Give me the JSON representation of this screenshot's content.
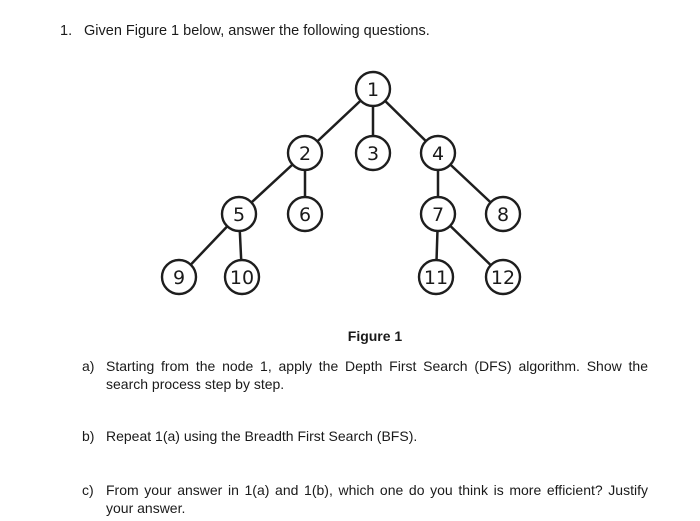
{
  "question": {
    "number": "1.",
    "text": "Given Figure 1 below, answer the following questions."
  },
  "figure": {
    "caption": "Figure 1",
    "nodes": [
      {
        "id": "n1",
        "label": "1"
      },
      {
        "id": "n2",
        "label": "2"
      },
      {
        "id": "n3",
        "label": "3"
      },
      {
        "id": "n4",
        "label": "4"
      },
      {
        "id": "n5",
        "label": "5"
      },
      {
        "id": "n6",
        "label": "6"
      },
      {
        "id": "n7",
        "label": "7"
      },
      {
        "id": "n8",
        "label": "8"
      },
      {
        "id": "n9",
        "label": "9"
      },
      {
        "id": "n10",
        "label": "10"
      },
      {
        "id": "n11",
        "label": "11"
      },
      {
        "id": "n12",
        "label": "12"
      }
    ],
    "edges": [
      [
        "1",
        "2"
      ],
      [
        "1",
        "3"
      ],
      [
        "1",
        "4"
      ],
      [
        "2",
        "5"
      ],
      [
        "2",
        "6"
      ],
      [
        "4",
        "7"
      ],
      [
        "4",
        "8"
      ],
      [
        "5",
        "9"
      ],
      [
        "5",
        "10"
      ],
      [
        "7",
        "11"
      ],
      [
        "7",
        "12"
      ]
    ]
  },
  "parts": [
    {
      "letter": "a)",
      "text": "Starting from the node 1, apply the Depth First Search (DFS) algorithm. Show the search process step by step."
    },
    {
      "letter": "b)",
      "text": "Repeat 1(a) using the Breadth First Search (BFS)."
    },
    {
      "letter": "c)",
      "text": "From your answer in 1(a) and 1(b), which one do you think is more efficient? Justify your answer."
    }
  ]
}
